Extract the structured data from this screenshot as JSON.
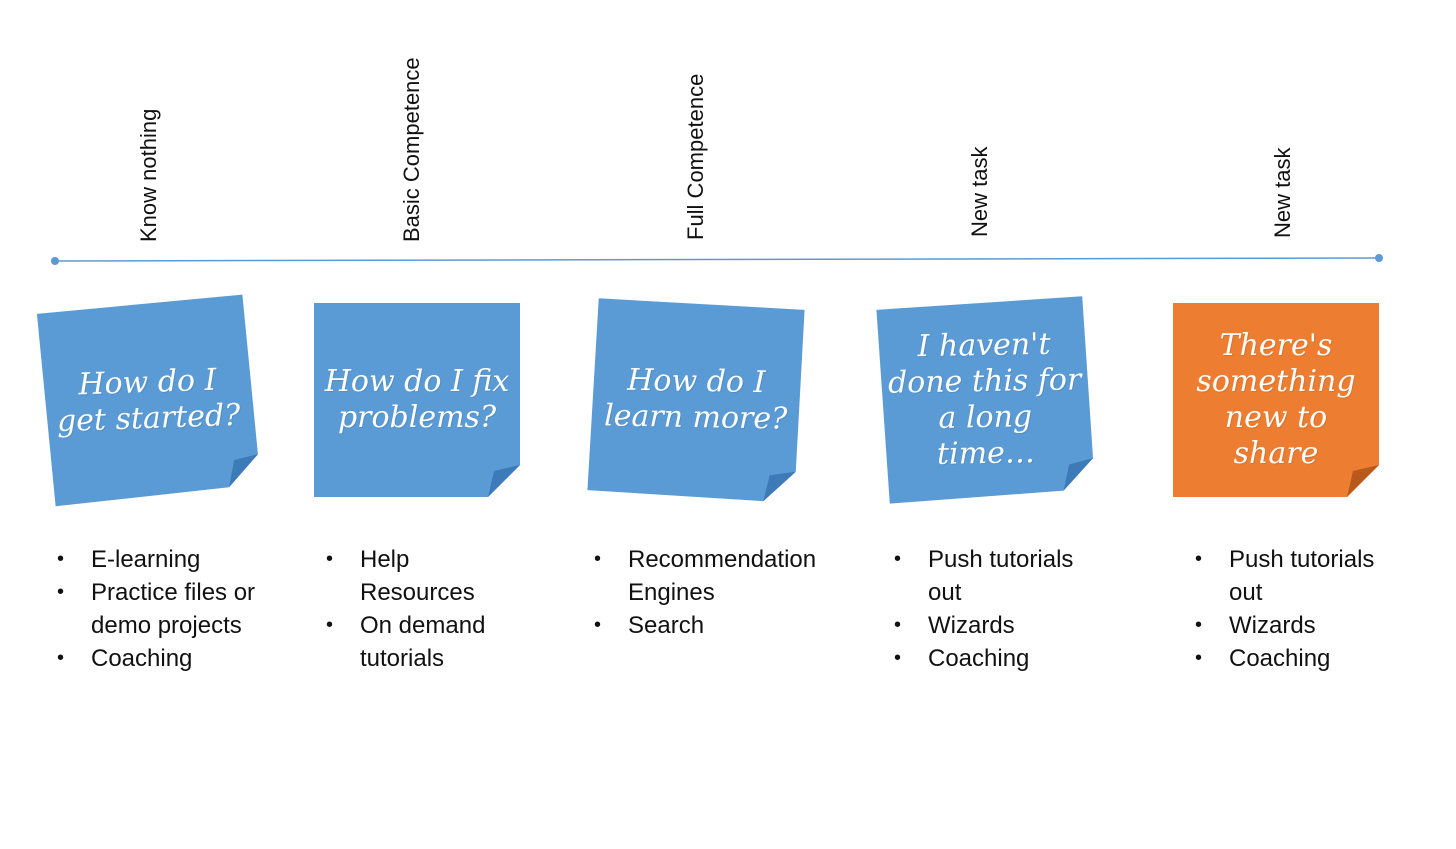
{
  "colors": {
    "timeline": "#5b9bd5",
    "note_blue": "#5b9bd5",
    "note_blue_fold": "#3d7ab8",
    "note_orange": "#ed7d31",
    "note_orange_fold": "#b85a1c"
  },
  "stages": [
    {
      "label": "Know nothing",
      "note": "How do I get started?",
      "note_color": "blue",
      "items": [
        "E-learning",
        "Practice files or demo projects",
        "Coaching"
      ]
    },
    {
      "label": "Basic Competence",
      "note": "How do I fix problems?",
      "note_color": "blue",
      "items": [
        "Help Resources",
        "On demand tutorials"
      ]
    },
    {
      "label": "Full Competence",
      "note": "How do I learn more?",
      "note_color": "blue",
      "items": [
        "Recommendation Engines",
        "Search"
      ]
    },
    {
      "label": "New task",
      "note": "I haven't done this for a long time…",
      "note_color": "blue",
      "items": [
        "Push tutorials out",
        "Wizards",
        "Coaching"
      ]
    },
    {
      "label": "New task",
      "note": "There's something new to share",
      "note_color": "orange",
      "items": [
        "Push tutorials out",
        "Wizards",
        "Coaching"
      ]
    }
  ]
}
